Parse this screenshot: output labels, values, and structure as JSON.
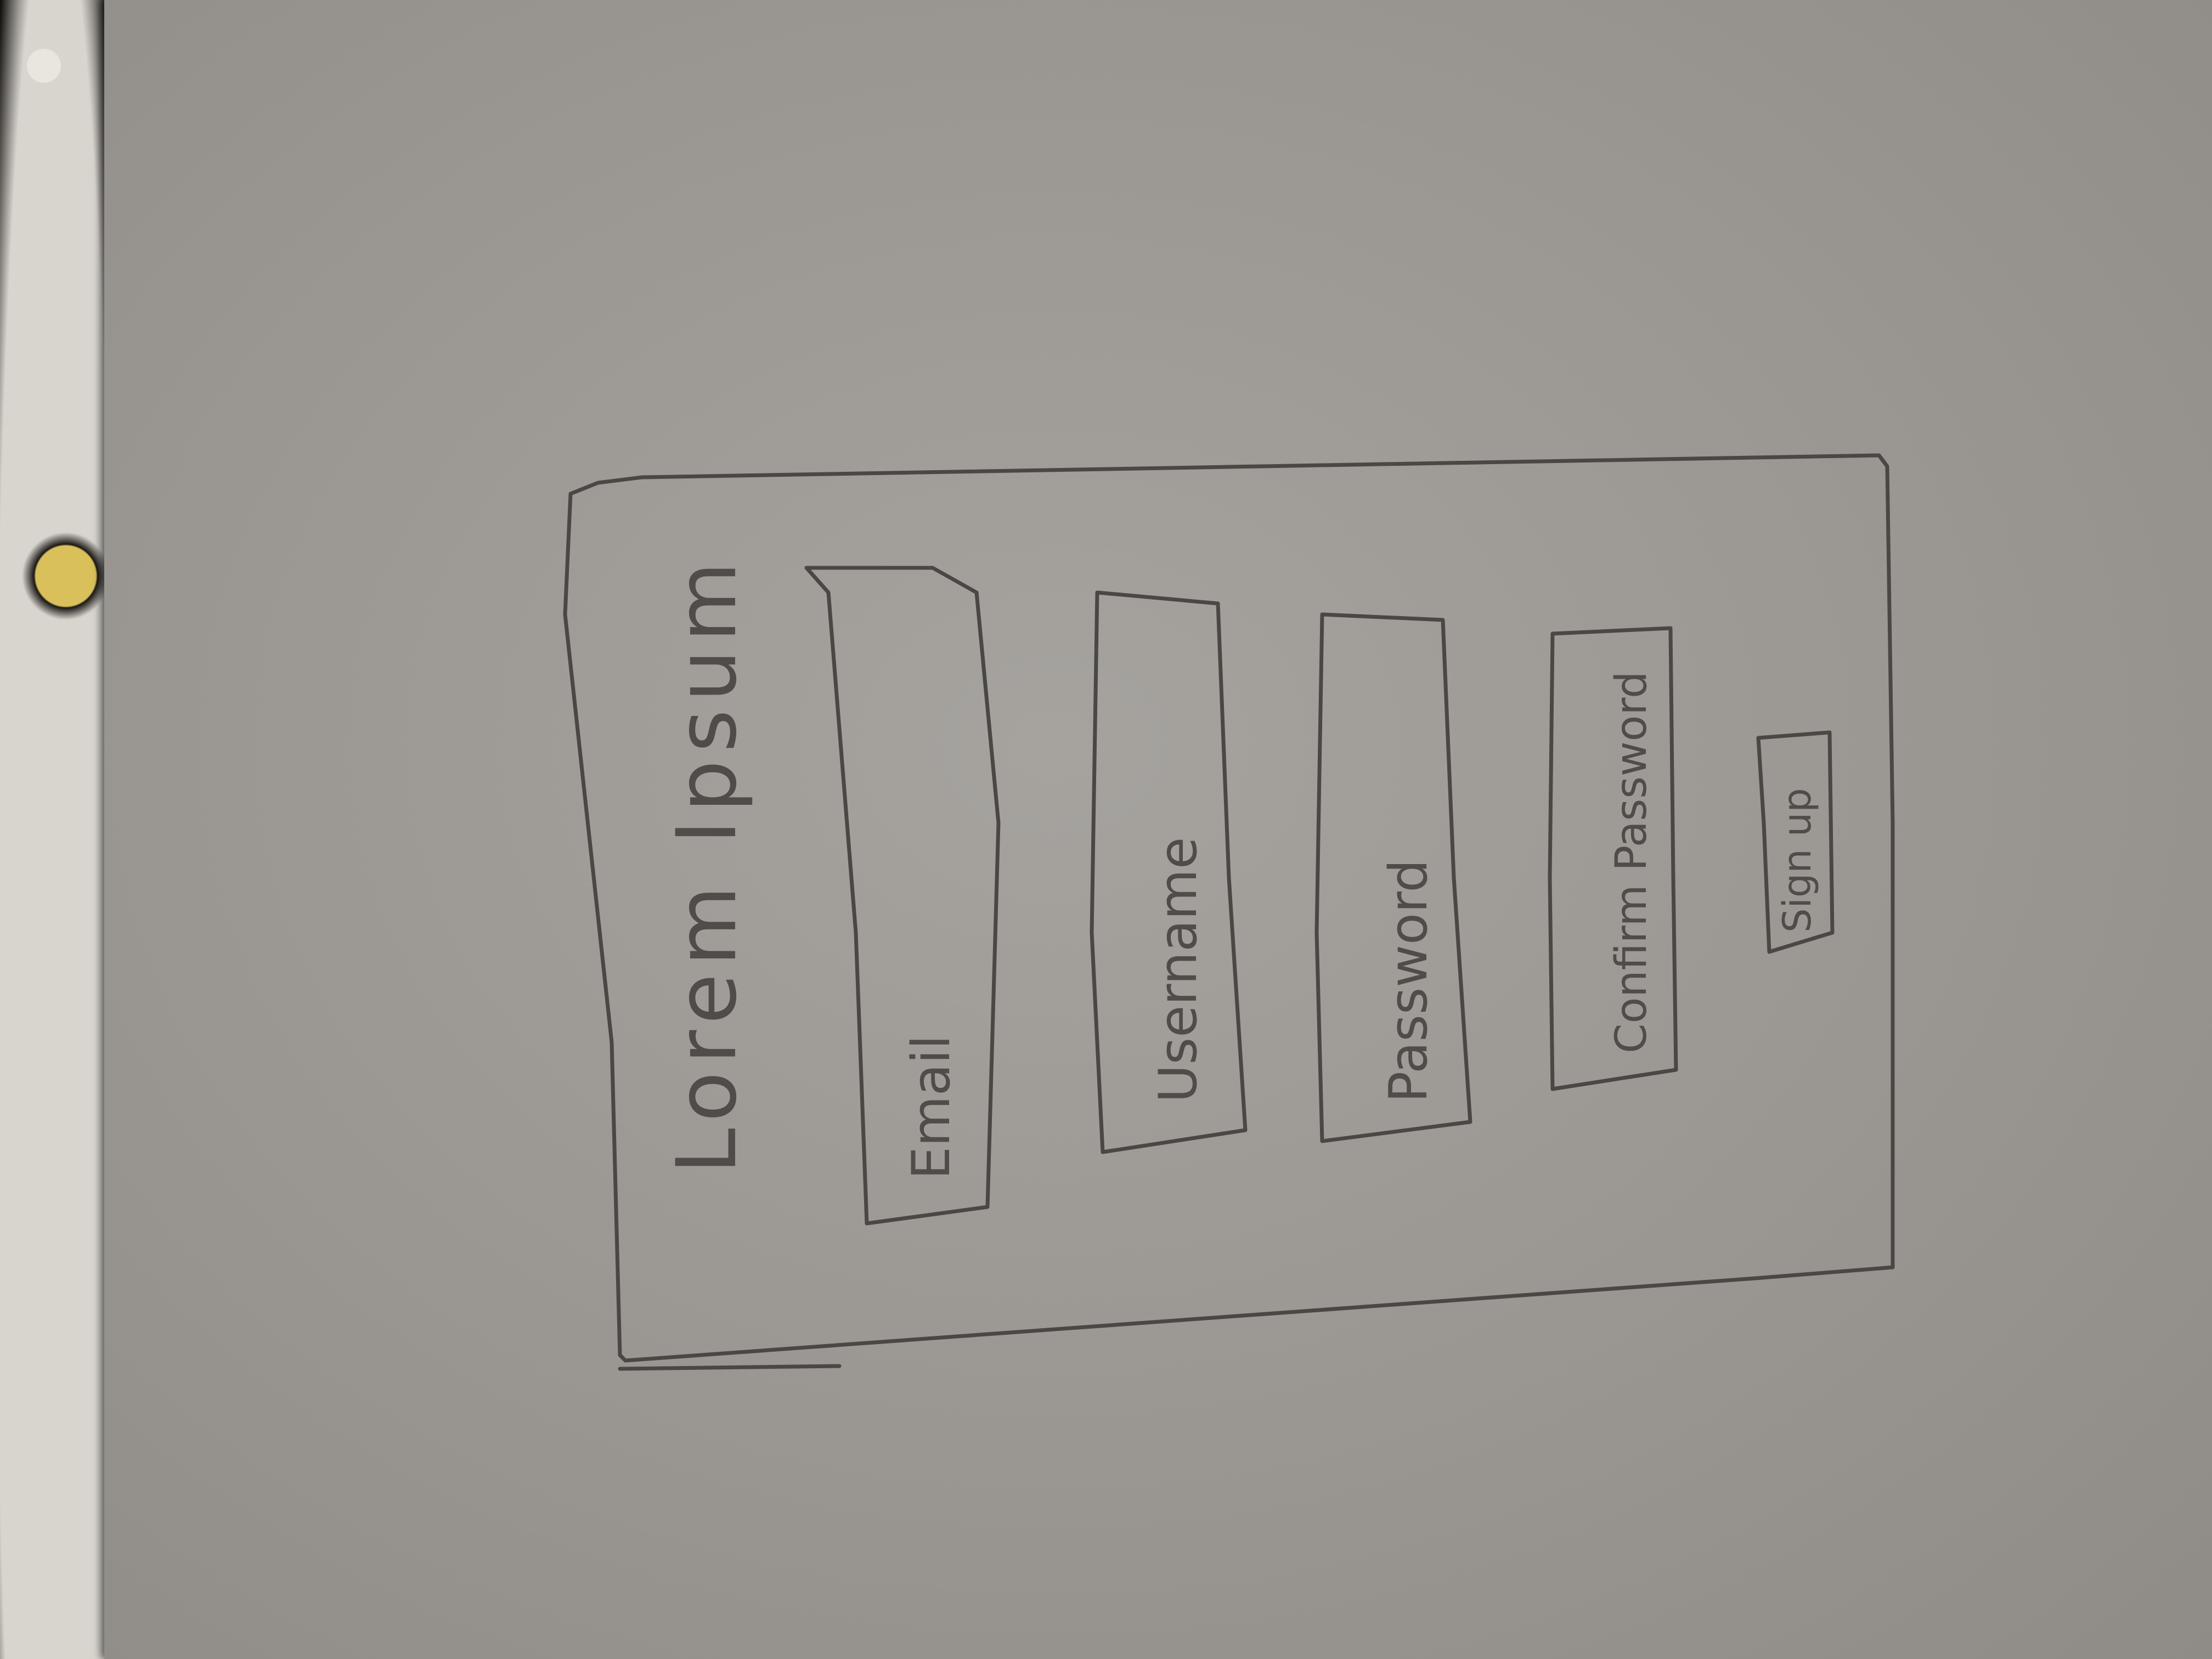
{
  "form": {
    "title": "Lorem Ipsum",
    "fields": {
      "email": {
        "placeholder": "Email"
      },
      "username": {
        "placeholder": "Username"
      },
      "password": {
        "placeholder": "Password"
      },
      "confirm_password": {
        "placeholder": "Confirm Password"
      }
    },
    "submit_label": "Sign up"
  },
  "colors": {
    "paper": "#a6a39f",
    "pencil": "#4a4744",
    "desk": "#1a1714"
  }
}
